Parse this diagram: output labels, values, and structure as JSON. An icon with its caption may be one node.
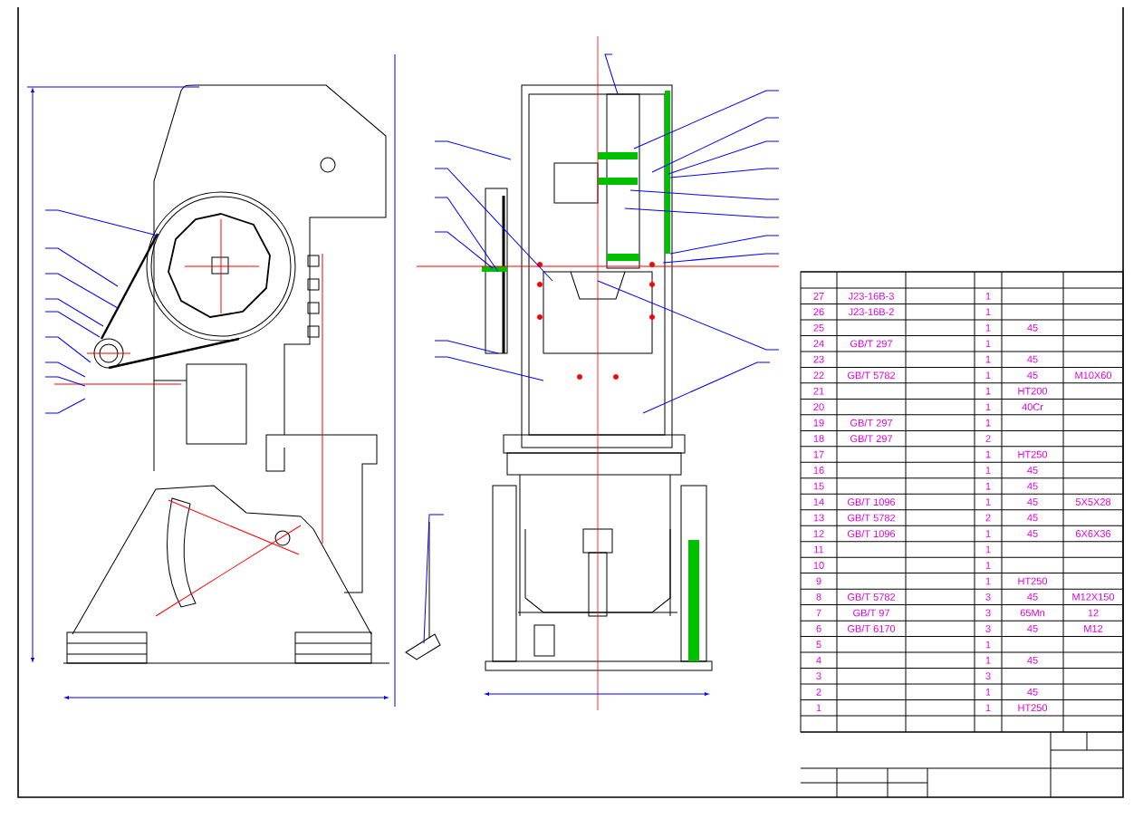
{
  "diagram": {
    "labels": [
      "27",
      "J23-16B-3",
      "1",
      "26",
      "J23-16B-2",
      "1",
      "25",
      "1",
      "45",
      "24",
      "GB/T 297",
      "1",
      "23",
      "1",
      "45",
      "22",
      "GB/T 5782",
      "1",
      "45",
      "M10X60",
      "21",
      "1",
      "HT200",
      "20",
      "1",
      "40Cr",
      "19",
      "GB/T 297",
      "1",
      "18",
      "GB/T 297",
      "2",
      "17",
      "1",
      "HT250",
      "16",
      "1",
      "45",
      "15",
      "1",
      "45",
      "14",
      "GB/T 1096",
      "1",
      "45",
      "5X5X28",
      "13",
      "GB/T 5782",
      "2",
      "45",
      "12",
      "GB/T 1096",
      "1",
      "45",
      "6X6X36",
      "11",
      "1",
      "10",
      "1",
      "9",
      "1",
      "HT250",
      "8",
      "GB/T 5782",
      "3",
      "45",
      "M12X150",
      "7",
      "GB/T 97",
      "3",
      "65Mn",
      "12",
      "6",
      "GB/T 6170",
      "3",
      "45",
      "M12",
      "5",
      "1",
      "4",
      "1",
      "45",
      "3",
      "3",
      "2",
      "1",
      "45",
      "1",
      "1",
      "HT250"
    ]
  }
}
